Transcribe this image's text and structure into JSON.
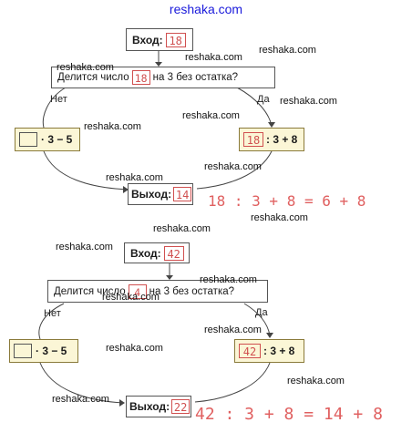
{
  "site": {
    "header": "reshaka.com",
    "watermark": "reshaka.com"
  },
  "diagrams": [
    {
      "input_label": "Вход:",
      "input_value": "18",
      "question_before": "Делится число",
      "question_value": "18",
      "question_after": "на 3 без остатка?",
      "no_label": "Нет",
      "yes_label": "Да",
      "no_expr": "· 3 − 5",
      "yes_value": "18",
      "yes_expr": ": 3 + 8",
      "output_label": "Выход:",
      "output_value": "14",
      "equation": "18 : 3 + 8 = 6 + 8"
    },
    {
      "input_label": "Вход:",
      "input_value": "42",
      "question_before": "Делится число",
      "question_value": "4",
      "question_after": "на 3 без остатка?",
      "no_label": "Нет",
      "yes_label": "Да",
      "no_expr": "· 3 − 5",
      "yes_value": "42",
      "yes_expr": ": 3 + 8",
      "output_label": "Выход:",
      "output_value": "22",
      "equation": "42 : 3 + 8 = 14 + 8"
    }
  ],
  "colors": {
    "header": "#1a1adb",
    "handwriting": "#e06060",
    "yellow_box": "#fbf6d6"
  }
}
